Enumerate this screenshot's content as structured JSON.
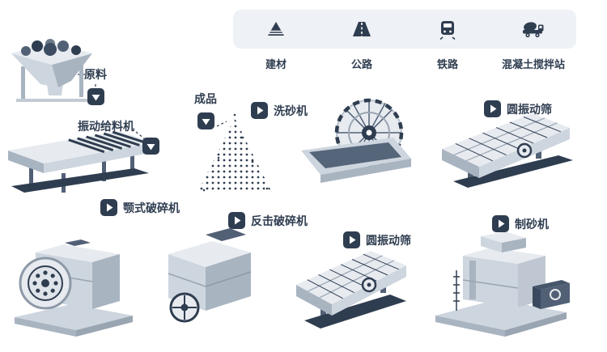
{
  "diagram": {
    "name": "sand-and-stone-production-line",
    "colors": {
      "accent": "#2f3d50",
      "machine_light": "#e7ebf0",
      "machine_mid": "#cdd5de",
      "machine_dark": "#a9b4c1",
      "legend_bg": "#eef1f5"
    },
    "legend": {
      "items": [
        {
          "label": "建材",
          "icon": "building-materials-icon"
        },
        {
          "label": "公路",
          "icon": "highway-icon"
        },
        {
          "label": "铁路",
          "icon": "railway-icon"
        },
        {
          "label": "混凝土搅拌站",
          "icon": "concrete-mixer-icon"
        }
      ]
    },
    "nodes": [
      {
        "id": "raw-material",
        "label": "原料"
      },
      {
        "id": "vibrating-feeder",
        "label": "振动给料机"
      },
      {
        "id": "jaw-crusher",
        "label": "颚式破碎机"
      },
      {
        "id": "impact-crusher",
        "label": "反击破碎机"
      },
      {
        "id": "finished-product",
        "label": "成品"
      },
      {
        "id": "sand-washer",
        "label": "洗砂机"
      },
      {
        "id": "vibrating-screen-upper",
        "label": "圆振动筛"
      },
      {
        "id": "vibrating-screen-lower",
        "label": "圆振动筛"
      },
      {
        "id": "sand-making-machine",
        "label": "制砂机"
      }
    ]
  }
}
